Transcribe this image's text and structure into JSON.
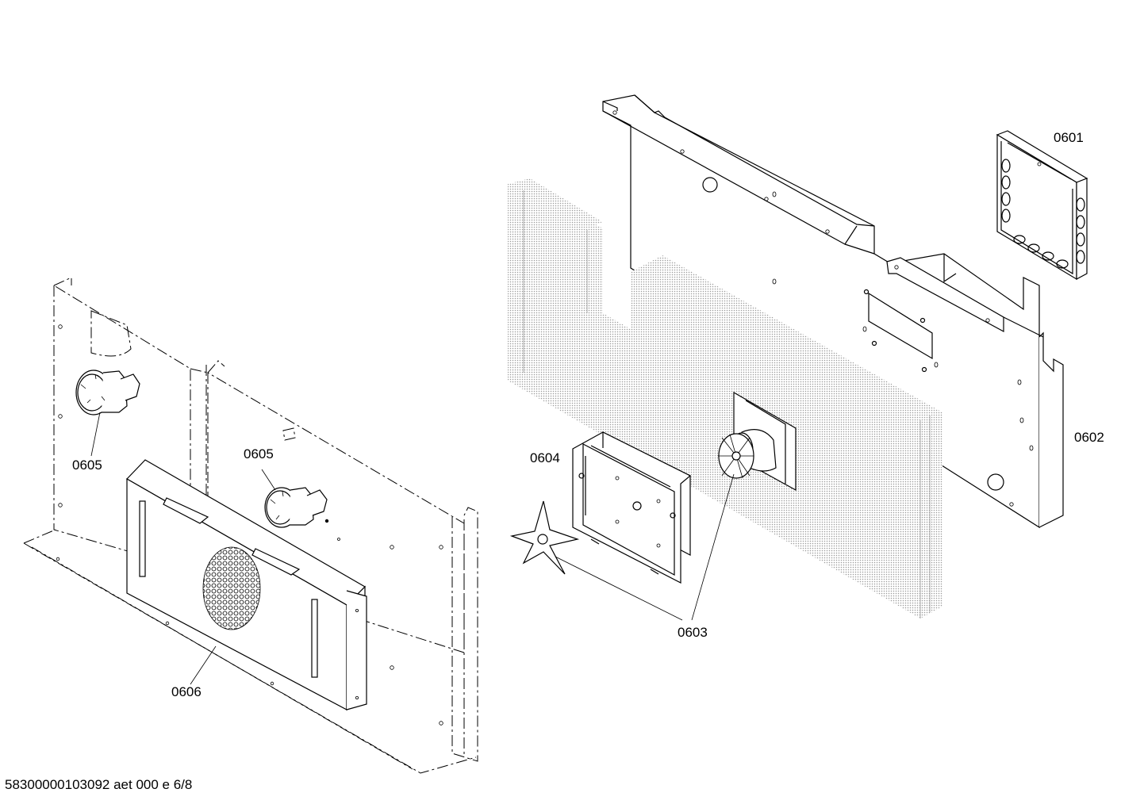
{
  "diagram": {
    "part_labels": {
      "p0601": "0601",
      "p0602": "0602",
      "p0603": "0603",
      "p0604": "0604",
      "p0605_left": "0605",
      "p0605_right": "0605",
      "p0606": "0606"
    },
    "footer_text": "58300000103092 aet 000 e 6/8",
    "colors": {
      "line": "#000000",
      "insulation_dots": "#9a9a9a",
      "background": "#ffffff"
    }
  }
}
